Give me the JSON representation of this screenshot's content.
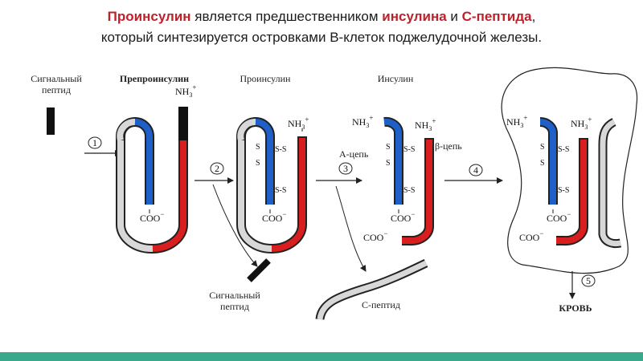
{
  "title": {
    "t1": "Проинсулин",
    "t2": " является предшественником ",
    "t3": "инсулина",
    "t4": " и ",
    "t5": "С-пептида",
    "t6": ",",
    "line2": "который синтезируется островками В-клеток поджелудочной железы."
  },
  "labels": {
    "signal_peptide_top_1": "Сигнальный",
    "signal_peptide_top_2": "пептид",
    "preproinsulin": "Препроинсулин",
    "proinsulin": "Проинсулин",
    "insulin": "Инсулин",
    "signal_peptide_bottom_1": "Сигнальный",
    "signal_peptide_bottom_2": "пептид",
    "c_peptide": "С-пептид",
    "a_chain": "А-цепь",
    "b_chain": "β-цепь",
    "blood": "КРОВЬ"
  },
  "chem": {
    "nh3": "NH",
    "sub3": "3",
    "plus": "+",
    "coo": "COO",
    "minus": "−",
    "ss": "S-S",
    "s": "S"
  },
  "steps": [
    "1",
    "2",
    "3",
    "4",
    "5"
  ],
  "colors": {
    "a_chain": "#1f5fc8",
    "b_chain": "#d81e1e",
    "c_peptide": "#d8d8d8",
    "outline": "#222222",
    "title_highlight": "#c0202a",
    "bottom_bar": "#3aa88a"
  }
}
